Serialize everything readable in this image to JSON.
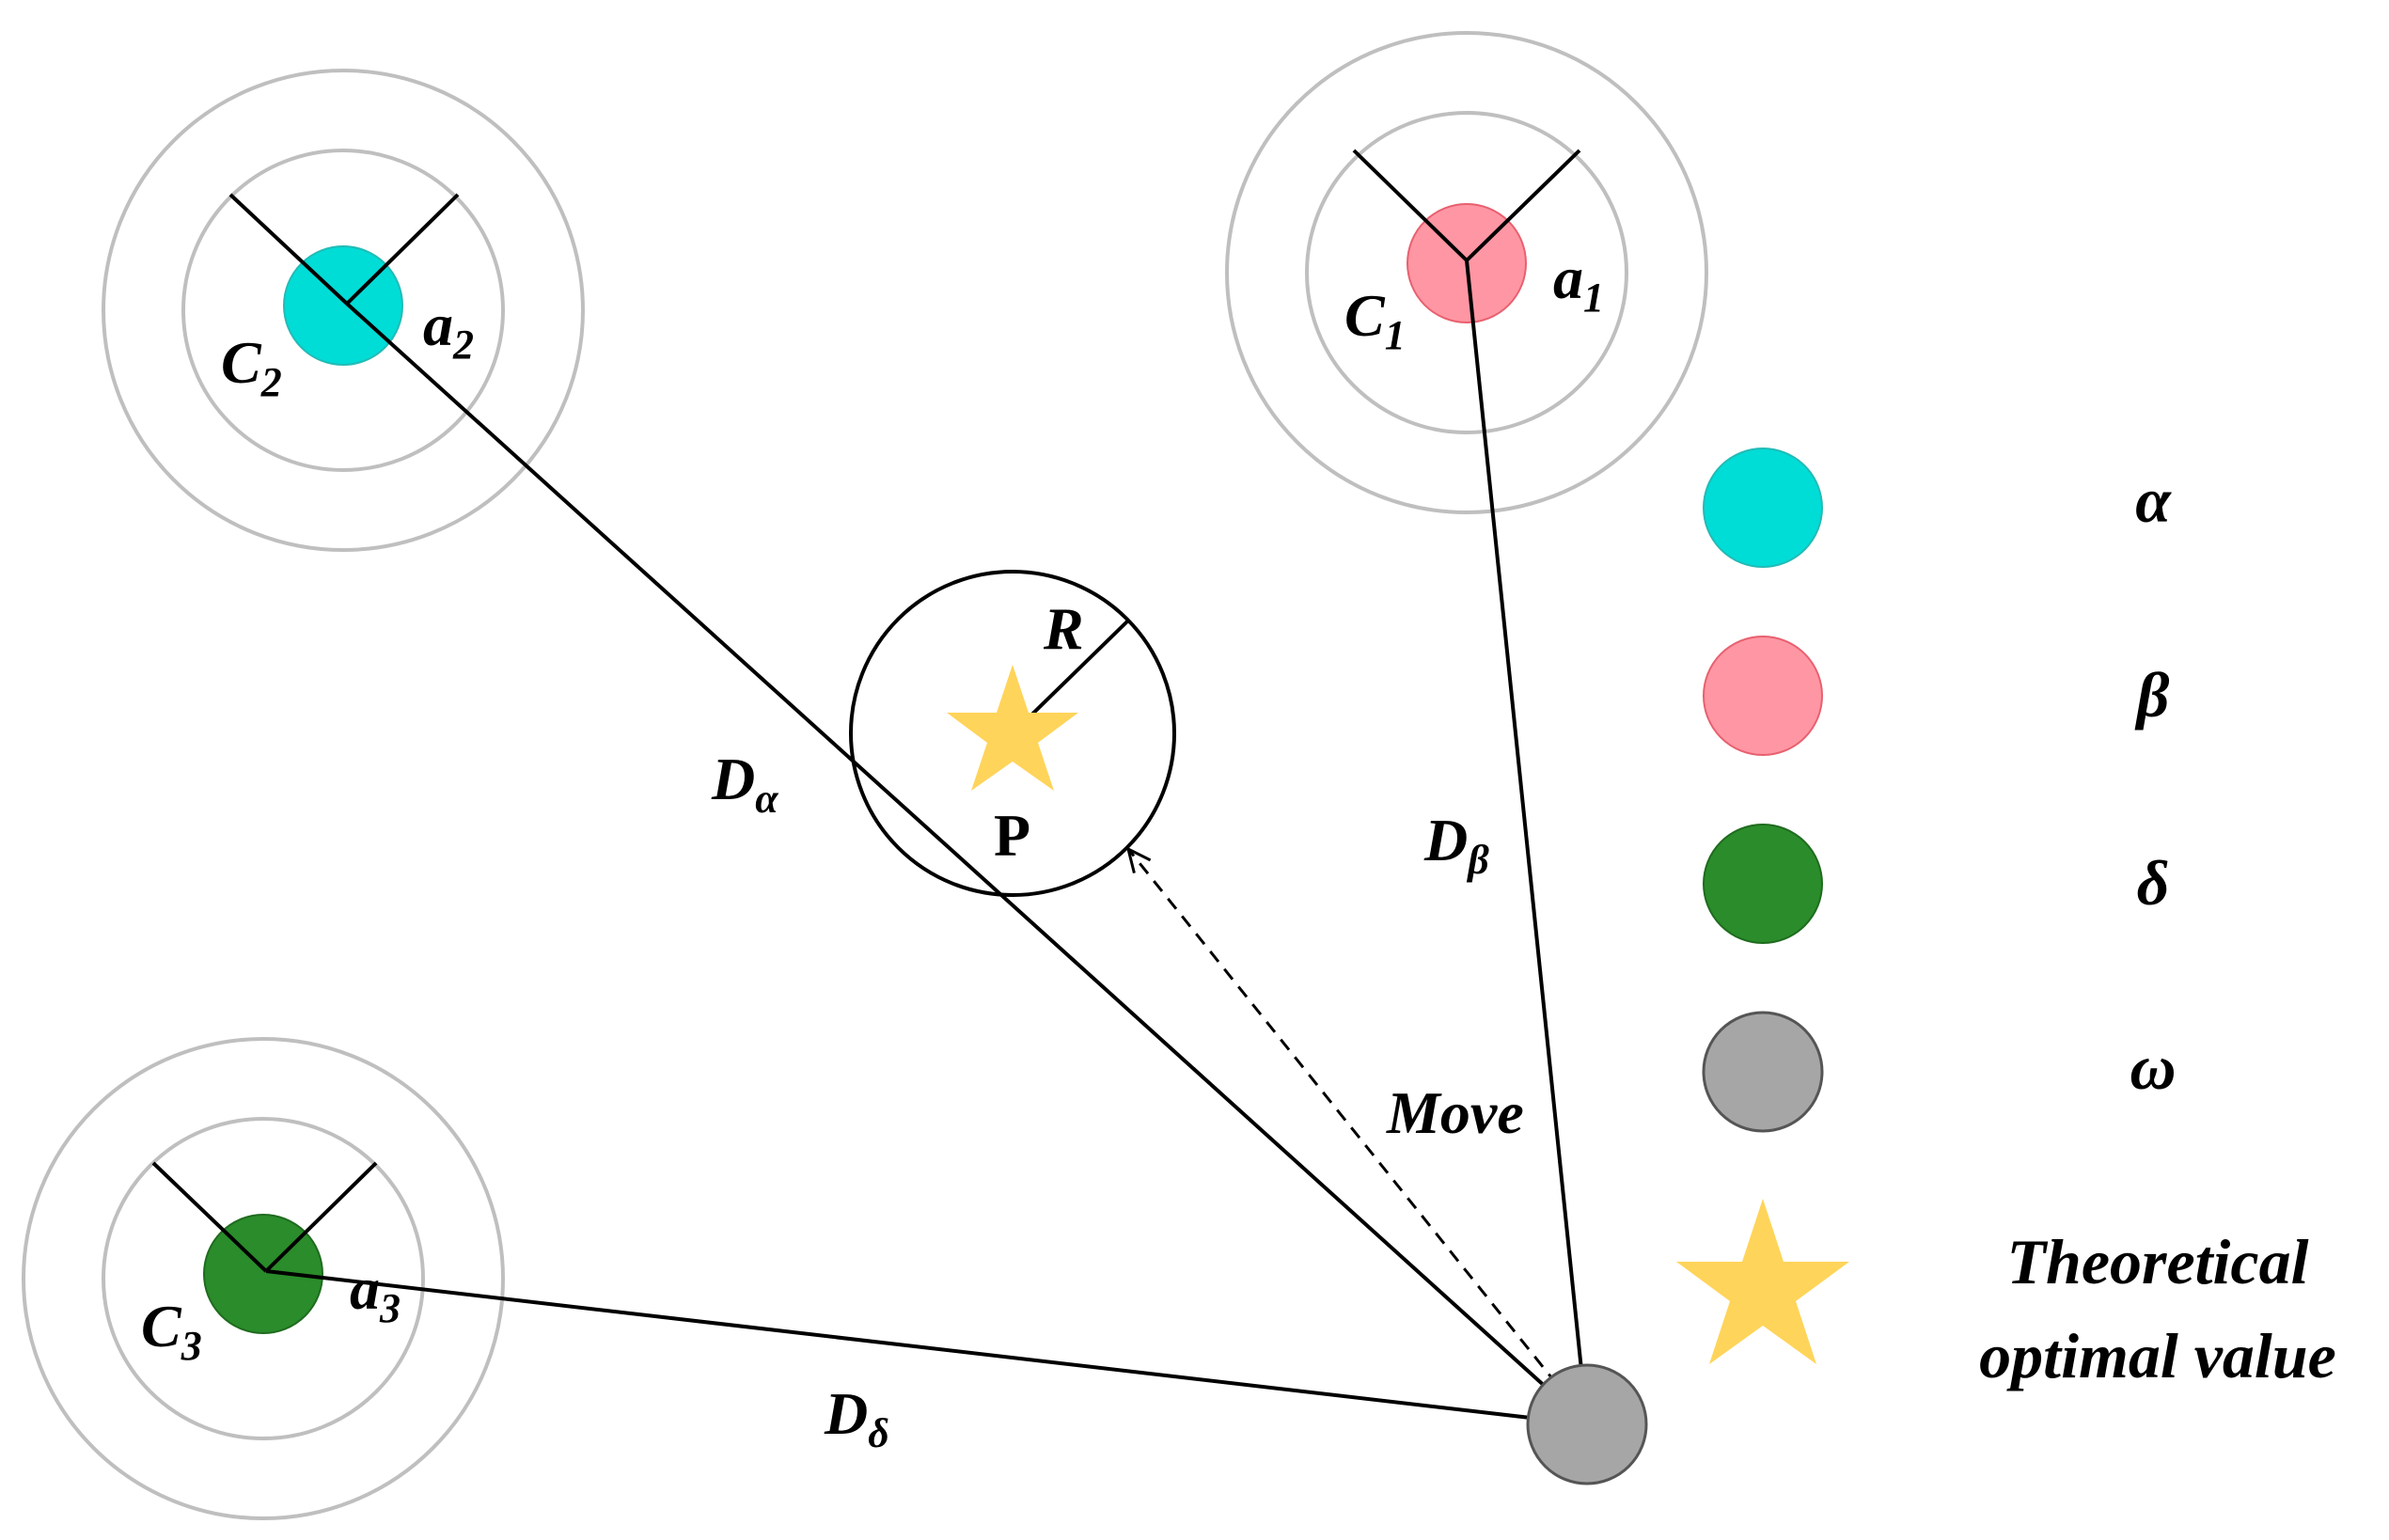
{
  "colors": {
    "alpha": "#00DCD6",
    "beta": "#FF96A3",
    "delta": "#2A8C2A",
    "omega": "#A6A6A6",
    "star": "#FFD45A",
    "ring": "#BFBFBF",
    "line": "#000000"
  },
  "labels": {
    "c1": "C",
    "c1_sub": "1",
    "c2": "C",
    "c2_sub": "2",
    "c3": "C",
    "c3_sub": "3",
    "a1": "a",
    "a1_sub": "1",
    "a2": "a",
    "a2_sub": "2",
    "a3": "a",
    "a3_sub": "3",
    "r": "R",
    "p": "P",
    "d_alpha": "D",
    "d_alpha_sub": "α",
    "d_beta": "D",
    "d_beta_sub": "β",
    "d_delta": "D",
    "d_delta_sub": "δ",
    "move": "Move"
  },
  "legend": {
    "alpha": "α",
    "beta": "β",
    "delta": "δ",
    "omega": "ω",
    "star_line1": "Theoretical",
    "star_line2": "optimal value"
  }
}
